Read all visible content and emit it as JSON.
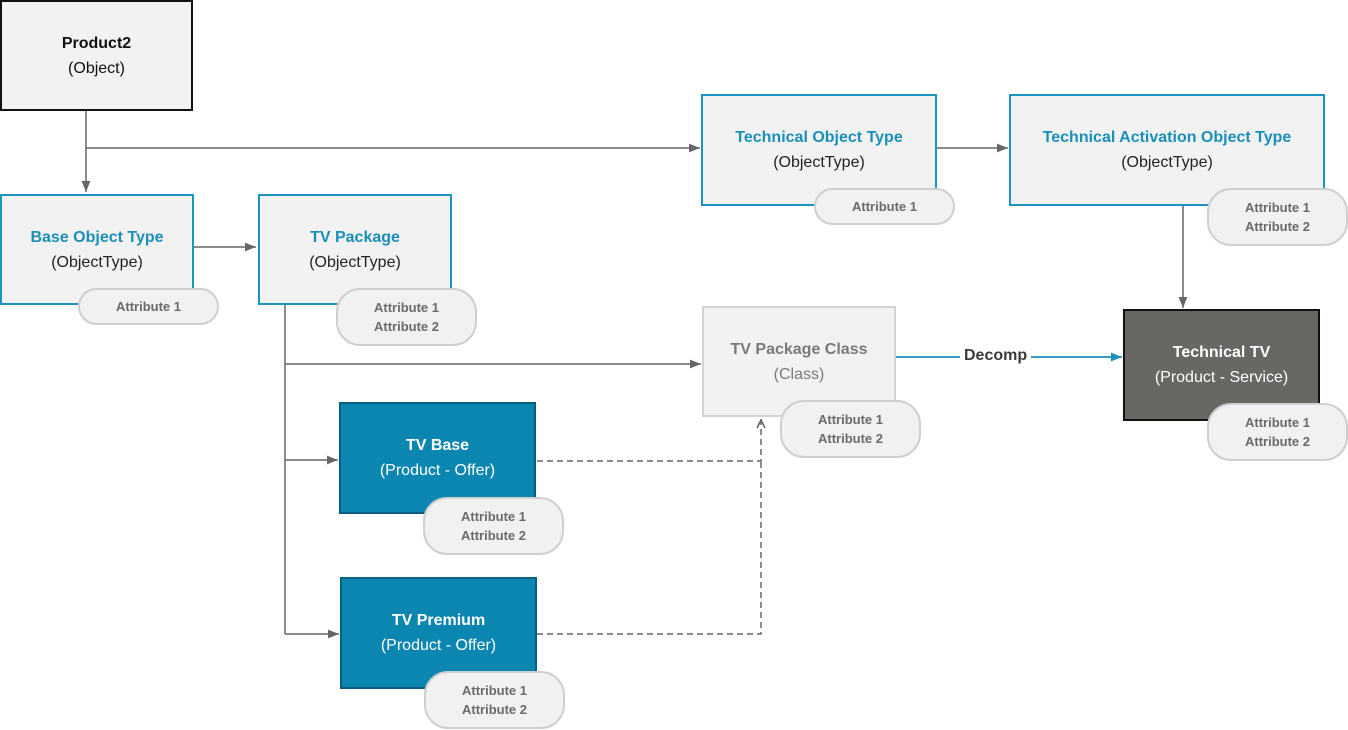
{
  "nodes": {
    "product2": {
      "title": "Product2",
      "subtitle": "(Object)"
    },
    "base_object_type": {
      "title": "Base Object Type",
      "subtitle": "(ObjectType)",
      "attributes": [
        "Attribute 1"
      ]
    },
    "tv_package": {
      "title": "TV Package",
      "subtitle": "(ObjectType)",
      "attributes": [
        "Attribute 1",
        "Attribute 2"
      ]
    },
    "technical_object_type": {
      "title": "Technical Object Type",
      "subtitle": "(ObjectType)",
      "attributes": [
        "Attribute 1"
      ]
    },
    "technical_activation_object_type": {
      "title": "Technical Activation Object Type",
      "subtitle": "(ObjectType)",
      "attributes": [
        "Attribute 1",
        "Attribute 2"
      ]
    },
    "tv_package_class": {
      "title": "TV Package Class",
      "subtitle": "(Class)",
      "attributes": [
        "Attribute 1",
        "Attribute 2"
      ]
    },
    "technical_tv": {
      "title": "Technical TV",
      "subtitle": "(Product - Service)",
      "attributes": [
        "Attribute 1",
        "Attribute 2"
      ]
    },
    "tv_base": {
      "title": "TV Base",
      "subtitle": "(Product - Offer)",
      "attributes": [
        "Attribute 1",
        "Attribute 2"
      ]
    },
    "tv_premium": {
      "title": "TV Premium",
      "subtitle": "(Product - Offer)",
      "attributes": [
        "Attribute 1",
        "Attribute 2"
      ]
    }
  },
  "edges": [
    {
      "from": "product2",
      "to": "base_object_type",
      "style": "solid"
    },
    {
      "from": "product2",
      "to": "technical_object_type",
      "style": "solid"
    },
    {
      "from": "technical_object_type",
      "to": "technical_activation_object_type",
      "style": "solid"
    },
    {
      "from": "technical_activation_object_type",
      "to": "technical_tv",
      "style": "solid"
    },
    {
      "from": "base_object_type",
      "to": "tv_package",
      "style": "solid"
    },
    {
      "from": "tv_package",
      "to": "tv_package_class",
      "style": "solid"
    },
    {
      "from": "tv_package",
      "to": "tv_base",
      "style": "solid"
    },
    {
      "from": "tv_package",
      "to": "tv_premium",
      "style": "solid"
    },
    {
      "from": "tv_package_class",
      "to": "technical_tv",
      "style": "solid",
      "label": "Decomp"
    },
    {
      "from": "tv_base",
      "to": "tv_package_class",
      "style": "dashed"
    },
    {
      "from": "tv_premium",
      "to": "tv_package_class",
      "style": "dashed"
    }
  ],
  "colors": {
    "object_border": "#111111",
    "object_type_accent": "#1a8fb8",
    "class_text": "#7a7a7a",
    "offer_fill": "#0b86b1",
    "service_fill": "#686764",
    "connector": "#666666",
    "decomp_connector": "#1a8fb8"
  }
}
